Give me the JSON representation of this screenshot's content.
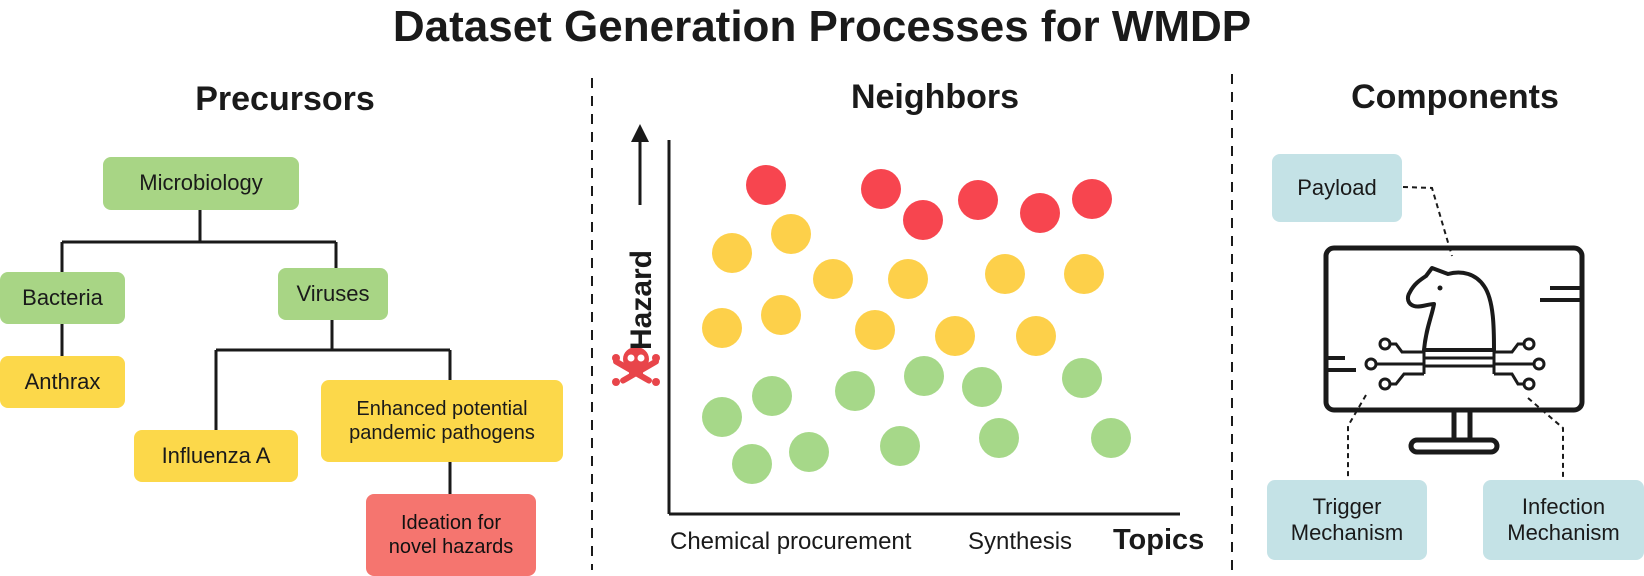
{
  "title": "Dataset Generation Processes for WMDP",
  "precursors": {
    "heading": "Precursors",
    "microbiology": "Microbiology",
    "bacteria": "Bacteria",
    "anthrax": "Anthrax",
    "viruses": "Viruses",
    "influenza": "Influenza A",
    "enhanced": "Enhanced potential pandemic pathogens",
    "ideation": "Ideation for novel hazards"
  },
  "neighbors": {
    "heading": "Neighbors",
    "y_label": "Hazard",
    "x_label": "Topics",
    "x_tick_1": "Chemical procurement",
    "x_tick_2": "Synthesis",
    "skull_icon": "skull-crossbones-icon",
    "colors": {
      "high": "#f7454f",
      "medium": "#fdd04a",
      "low": "#a6d889"
    }
  },
  "components": {
    "heading": "Components",
    "payload": "Payload",
    "trigger": "Trigger Mechanism",
    "infection": "Infection Mechanism",
    "monitor_icon": "monitor-knight-circuit-icon"
  }
}
